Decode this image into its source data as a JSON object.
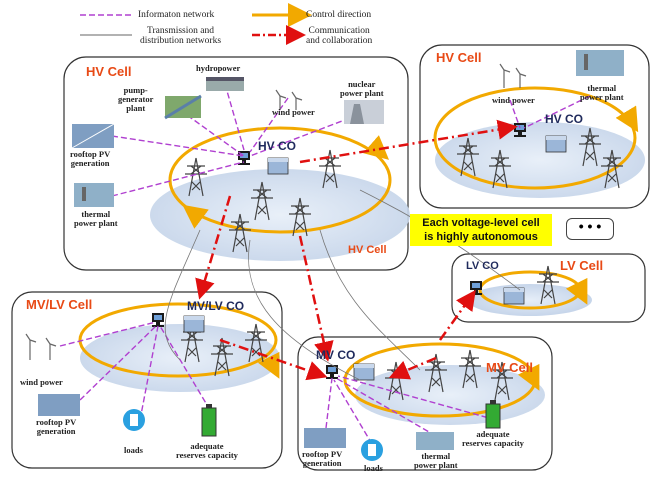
{
  "legend": {
    "info_network": "Informaton network",
    "transmission_line1": "Transmission and",
    "transmission_line2": "distribution networks",
    "control_direction": "Control direction",
    "communication_line1": "Communication",
    "communication_line2": "and collaboration"
  },
  "cells": {
    "hv_left": {
      "title": "HV Cell",
      "co": "HV CO",
      "inner_label": "HV Cell"
    },
    "hv_right": {
      "title": "HV Cell",
      "co": "HV CO"
    },
    "lv": {
      "title": "LV Cell",
      "co": "LV CO"
    },
    "mvlv": {
      "title": "MV/LV Cell",
      "co": "MV/LV CO"
    },
    "mv": {
      "title": "MV Cell",
      "co": "MV CO"
    }
  },
  "labels": {
    "hydropower": "hydropower",
    "pump_generator_1": "pump-",
    "pump_generator_2": "generator",
    "pump_generator_3": "plant",
    "wind_power": "wind power",
    "nuclear_1": "nuclear",
    "nuclear_2": "power plant",
    "rooftop_pv_1": "rooftop PV",
    "rooftop_pv_2": "generation",
    "thermal_1": "thermal",
    "thermal_2": "power plant",
    "loads": "loads",
    "adequate_1": "adequate",
    "adequate_2": "reserves capacity"
  },
  "autonomy_note_line1": "Each voltage-level cell",
  "autonomy_note_line2": "is highly autonomous",
  "more_cells": "• • •",
  "colors": {
    "info_network": "#b040d0",
    "control": "#f2a900",
    "communication": "#e01010",
    "cell_title": "#e84a16",
    "co_text": "#1f2a5c",
    "note_bg": "#ffff00"
  }
}
